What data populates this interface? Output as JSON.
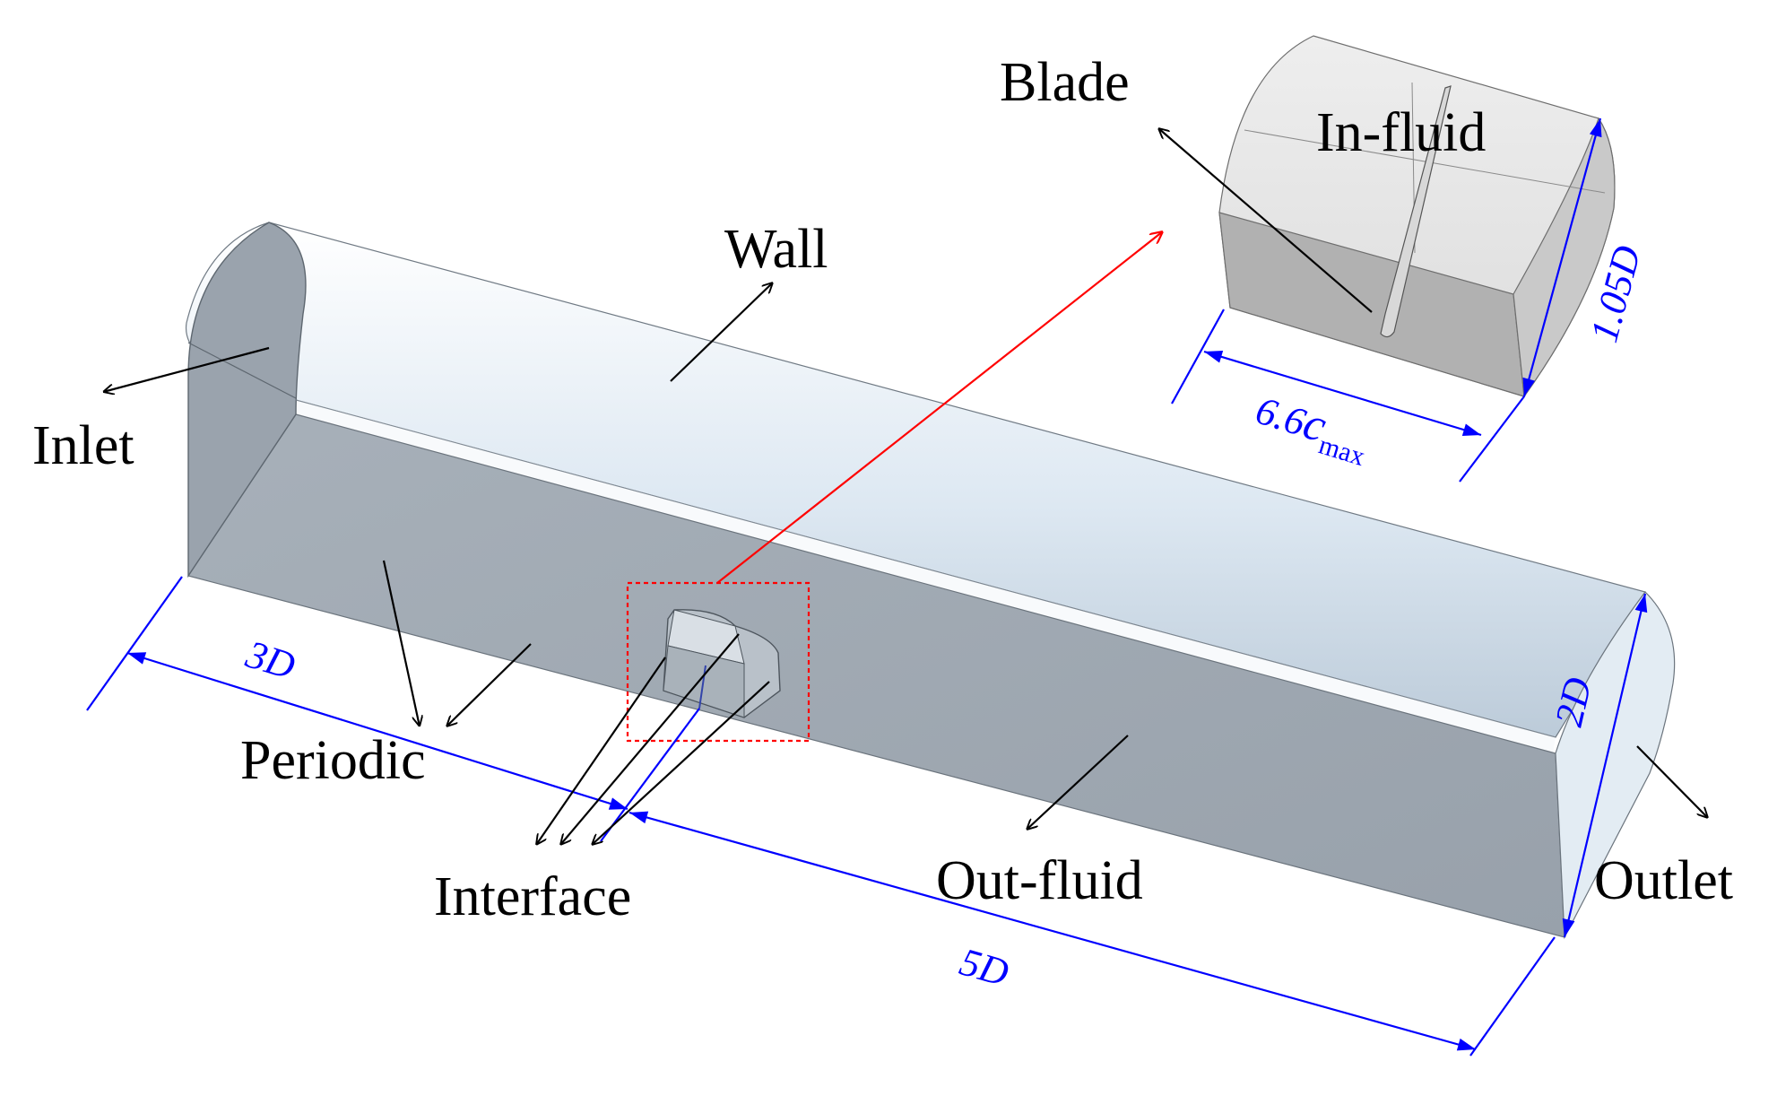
{
  "labels": {
    "blade": "Blade",
    "in_fluid": "In-fluid",
    "wall": "Wall",
    "inlet": "Inlet",
    "periodic": "Periodic",
    "interface": "Interface",
    "out_fluid": "Out-fluid",
    "outlet": "Outlet"
  },
  "dimensions": {
    "span_3d": "3D",
    "span_5d": "5D",
    "height_2d": "2D",
    "inset_height": "1.05D",
    "inset_width_coef": "6.6",
    "inset_width_symbol": "c",
    "inset_width_subscript": "max"
  },
  "colors": {
    "dimension": "#0000ff",
    "zoom_link": "#ff0000",
    "leader": "#000000",
    "wall_light": "#e6f0f8",
    "wall_shade": "#bcc9d6",
    "side_face": "#a2abb4",
    "end_face": "#9aa3ad"
  }
}
